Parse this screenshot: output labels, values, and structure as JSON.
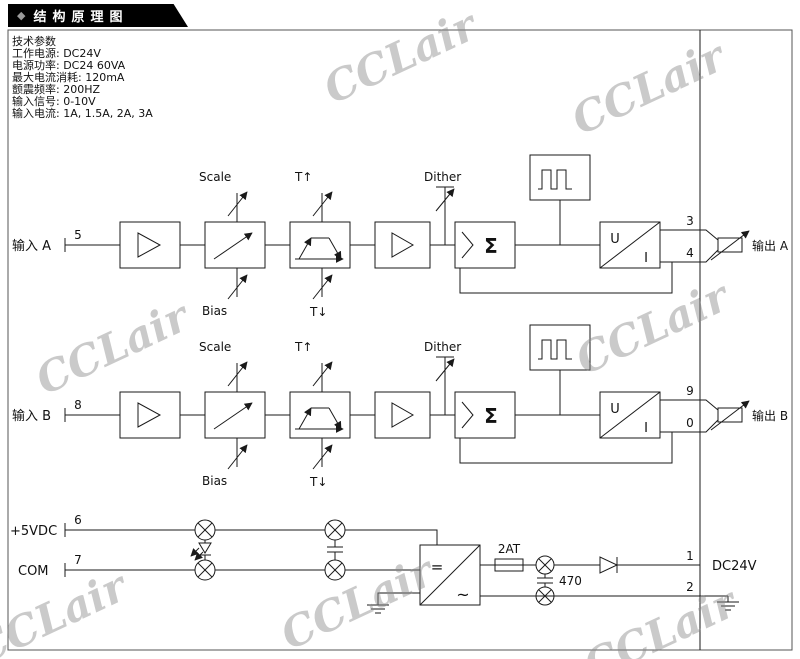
{
  "header": {
    "title": "结构原理图"
  },
  "specs": {
    "title": "技术参数",
    "lines": [
      "工作电源: DC24V",
      "电源功率: DC24 60VA",
      "最大电流消耗: 120mA",
      "颤震频率: 200HZ",
      "输入信号: 0-10V",
      "输入电流: 1A, 1.5A, 2A, 3A"
    ]
  },
  "channel_a": {
    "input_label": "输入 A",
    "input_pin": "5",
    "scale_label": "Scale",
    "bias_label": "Bias",
    "t_up_label": "T↑",
    "t_down_label": "T↓",
    "dither_label": "Dither",
    "sigma_symbol": "Σ",
    "u_label": "U",
    "i_label": "I",
    "pin_top": "3",
    "pin_bottom": "4",
    "output_label": "输出 A"
  },
  "channel_b": {
    "input_label": "输入 B",
    "input_pin": "8",
    "scale_label": "Scale",
    "bias_label": "Bias",
    "t_up_label": "T↑",
    "t_down_label": "T↓",
    "dither_label": "Dither",
    "sigma_symbol": "Σ",
    "u_label": "U",
    "i_label": "I",
    "pin_top": "9",
    "pin_bottom": "0",
    "output_label": "输出 B"
  },
  "power": {
    "v5_label": "+5VDC",
    "v5_pin": "6",
    "com_label": "COM",
    "com_pin": "7",
    "fuse_label": "2AT",
    "cap_label": "470",
    "dc_pin_top": "1",
    "dc_pin_bottom": "2",
    "dc_label": "DC24V",
    "eq_symbol": "=",
    "wave_symbol": "~"
  },
  "watermark": {
    "text": "CCLair",
    "color": "#8a8a8a"
  },
  "colors": {
    "banner_bg": "#000000",
    "line": "#1a1a1a"
  }
}
